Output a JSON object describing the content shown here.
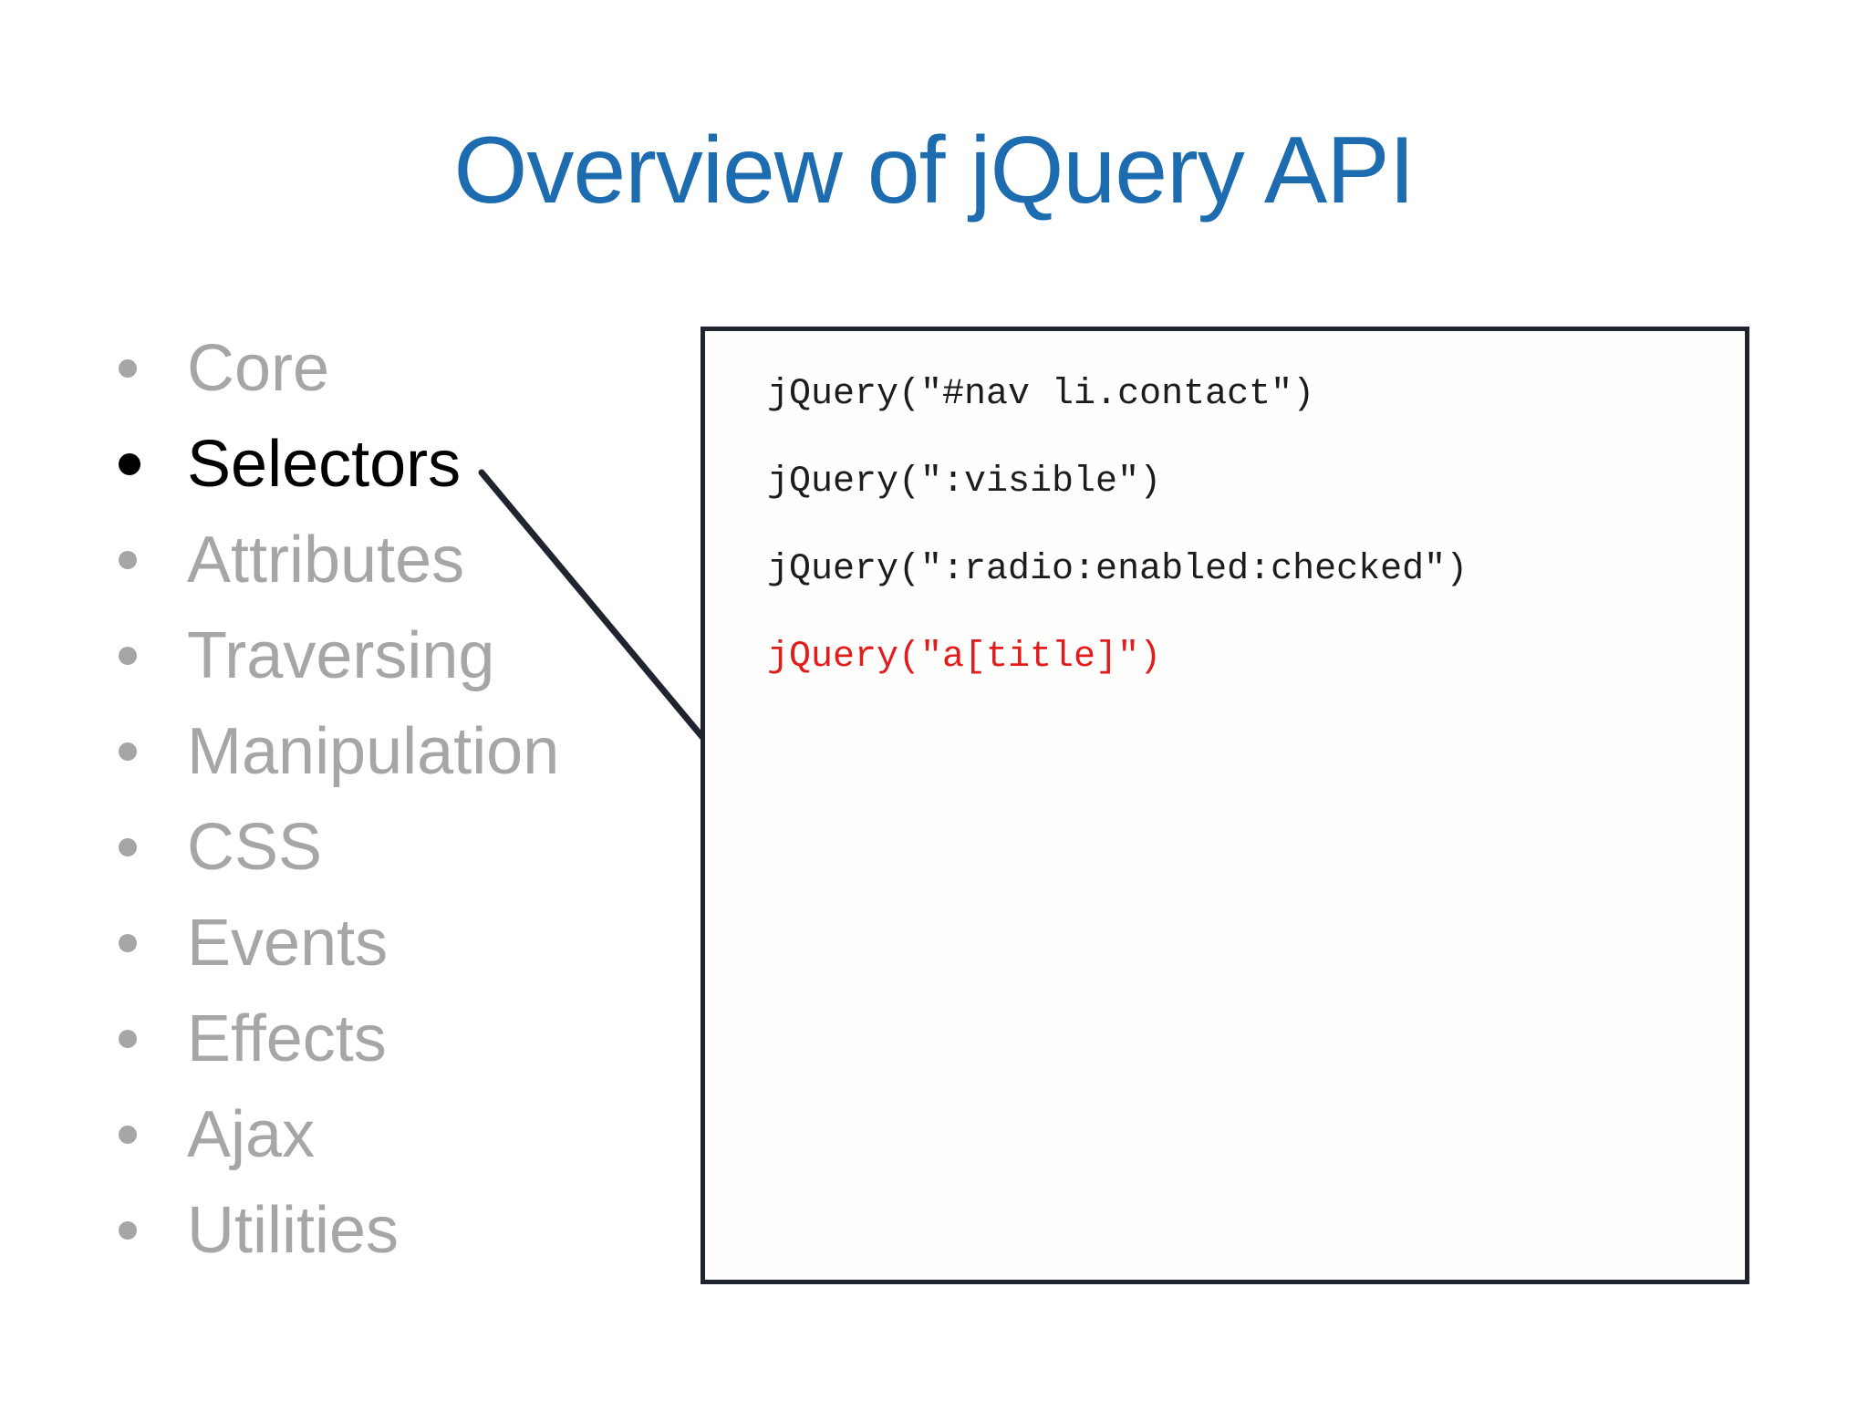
{
  "title": {
    "text": "Overview of jQuery API",
    "color": "#1E6CB0"
  },
  "topics": {
    "inactive_color": "#A6A6A6",
    "active_color": "#000000",
    "items": [
      {
        "label": "Core",
        "active": false
      },
      {
        "label": "Selectors",
        "active": true
      },
      {
        "label": "Attributes",
        "active": false
      },
      {
        "label": "Traversing",
        "active": false
      },
      {
        "label": "Manipulation",
        "active": false
      },
      {
        "label": "CSS",
        "active": false
      },
      {
        "label": "Events",
        "active": false
      },
      {
        "label": "Effects",
        "active": false
      },
      {
        "label": "Ajax",
        "active": false
      },
      {
        "label": "Utilities",
        "active": false
      }
    ]
  },
  "code_panel": {
    "border_color": "#20242F",
    "text_color": "#1C1C1C",
    "emphasis_color": "#E21B1B",
    "lines": [
      {
        "text": "jQuery(\"#nav li.contact\")",
        "emphasis": false
      },
      {
        "text": "jQuery(\":visible\")",
        "emphasis": false
      },
      {
        "text": "jQuery(\":radio:enabled:checked\")",
        "emphasis": false
      },
      {
        "text": "jQuery(\"a[title]\")",
        "emphasis": true
      }
    ]
  }
}
